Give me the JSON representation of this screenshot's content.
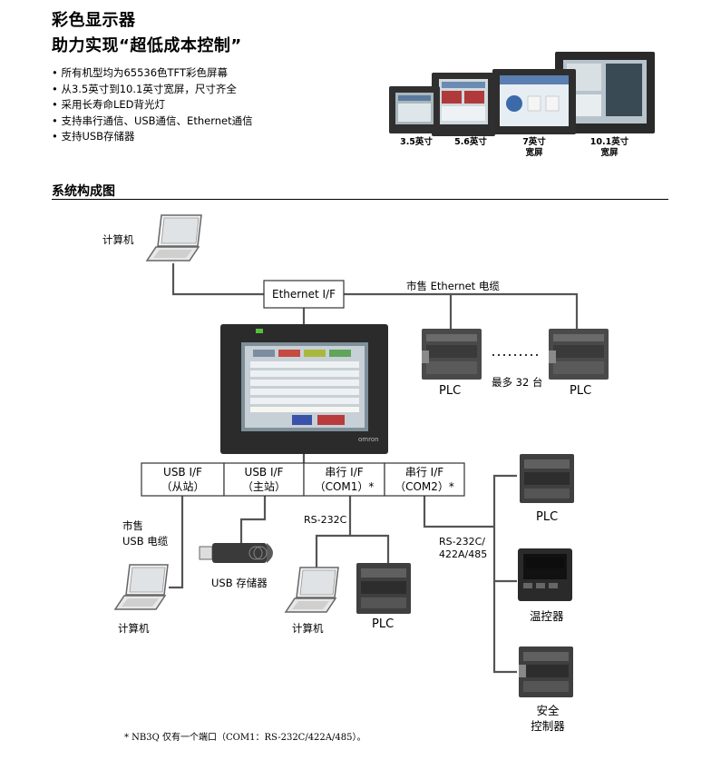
{
  "header": {
    "title_line1": "彩色显示器",
    "title_line2": "助力实现“超低成本控制”"
  },
  "features": [
    "所有机型均为65536色TFT彩色屏幕",
    "从3.5英寸到10.1英寸宽屏，尺寸齐全",
    "采用长寿命LED背光灯",
    "支持串行通信、USB通信、Ethernet通信",
    "支持USB存储器"
  ],
  "models": [
    {
      "size": "3.5英寸",
      "note": ""
    },
    {
      "size": "5.6英寸",
      "note": ""
    },
    {
      "size": "7英寸",
      "note": "宽屏"
    },
    {
      "size": "10.1英寸",
      "note": "宽屏"
    }
  ],
  "section_title": "系统构成图",
  "diagram": {
    "computer_top": "计算机",
    "ethernet_if": "Ethernet I/F",
    "ethernet_cable": "市售 Ethernet 电缆",
    "plc_left": "PLC",
    "plc_right": "PLC",
    "max_units": "最多 32 台",
    "hmi_brand": "omron",
    "ports": [
      {
        "line1": "USB I/F",
        "line2": "（从站）"
      },
      {
        "line1": "USB I/F",
        "line2": "（主站）"
      },
      {
        "line1": "串行 I/F",
        "line2": "（COM1）*"
      },
      {
        "line1": "串行 I/F",
        "line2": "（COM2）*"
      }
    ],
    "usb_cable_line1": "市售",
    "usb_cable_line2": "USB 电缆",
    "computer_usb": "计算机",
    "usb_storage": "USB 存储器",
    "rs232c": "RS-232C",
    "computer_serial": "计算机",
    "plc_serial": "PLC",
    "rs485_line1": "RS-232C/",
    "rs485_line2": "422A/485",
    "plc_com2": "PLC",
    "temp_controller": "温控器",
    "safety_line1": "安全",
    "safety_line2": "控制器"
  },
  "footnote": "* NB3Q 仅有一个端口（COM1：RS-232C/422A/485）。",
  "colors": {
    "hmi_bezel": "#2b2b2b",
    "line": "#555555",
    "plc_body": "#4a4a4a"
  }
}
